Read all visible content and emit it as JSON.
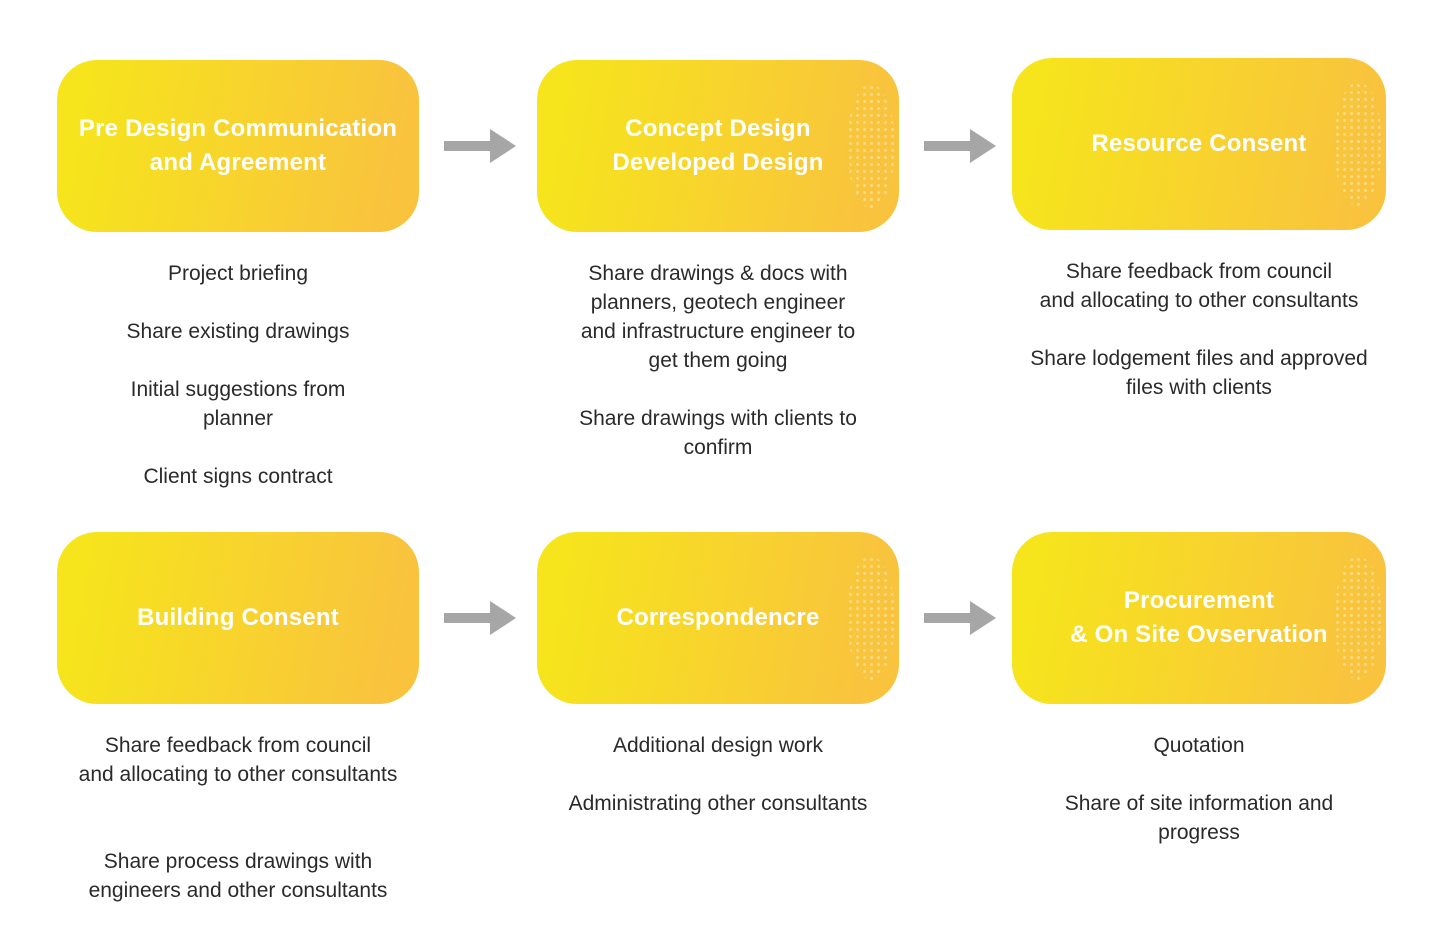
{
  "stages": [
    {
      "title": "Pre Design Communication\nand Agreement",
      "items": [
        "Project briefing",
        "Share existing drawings",
        "Initial suggestions from\nplanner",
        "Client signs contract"
      ]
    },
    {
      "title": "Concept Design\nDeveloped Design",
      "items": [
        "Share drawings & docs with\nplanners, geotech engineer\nand infrastructure engineer to\nget them going",
        "Share drawings with clients to\nconfirm"
      ]
    },
    {
      "title": "Resource Consent",
      "items": [
        "Share feedback from council\nand allocating to other consultants",
        "Share lodgement files and approved\nfiles with clients"
      ]
    },
    {
      "title": "Building Consent",
      "items": [
        "Share feedback from council\nand allocating to other consultants",
        "Share process drawings with\nengineers and other consultants"
      ]
    },
    {
      "title": "Correspondencre",
      "items": [
        "Additional design work",
        "Administrating other consultants"
      ]
    },
    {
      "title": "Procurement\n& On Site Ovservation",
      "items": [
        "Quotation",
        "Share of site information and\nprogress"
      ]
    }
  ],
  "colors": {
    "box_gradient_start": "#f6e41c",
    "box_gradient_end": "#f9c33e",
    "title_text": "#ffffff",
    "body_text": "#2a2a2a",
    "arrow": "#a6a6a6",
    "background": "#ffffff"
  },
  "icons": {
    "arrow": "right-arrow"
  }
}
